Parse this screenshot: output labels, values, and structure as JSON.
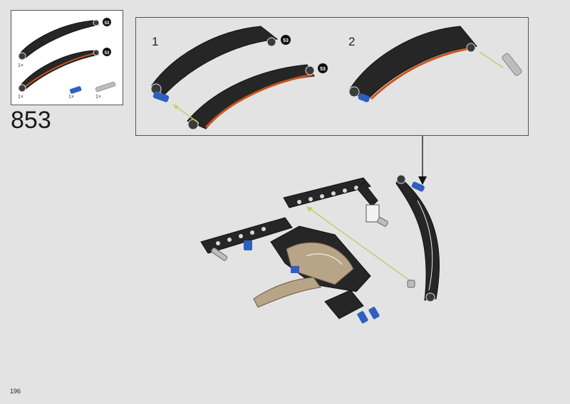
{
  "step": {
    "number": "853"
  },
  "parts_list": {
    "items": [
      {
        "qty": "1×",
        "name": "panel-black",
        "color": "#2a2a2a"
      },
      {
        "qty": "1×",
        "name": "panel-black-orange-edge",
        "color": "#2a2a2a",
        "accent": "#c9541e"
      },
      {
        "qty": "1×",
        "name": "pin-blue",
        "color": "#2f5fbf"
      },
      {
        "qty": "1×",
        "name": "axle-pin-gray",
        "color": "#bdbdbd"
      }
    ],
    "callout": "53"
  },
  "substeps": [
    {
      "number": "1",
      "callout": "53"
    },
    {
      "number": "2"
    }
  ],
  "page": {
    "number": "196"
  },
  "colors": {
    "background": "#e3e3e3",
    "part_black": "#262626",
    "accent_orange": "#c9541e",
    "pin_blue": "#2f5fbf",
    "tan": "#b8a486",
    "guide_line": "#b6d46a"
  }
}
